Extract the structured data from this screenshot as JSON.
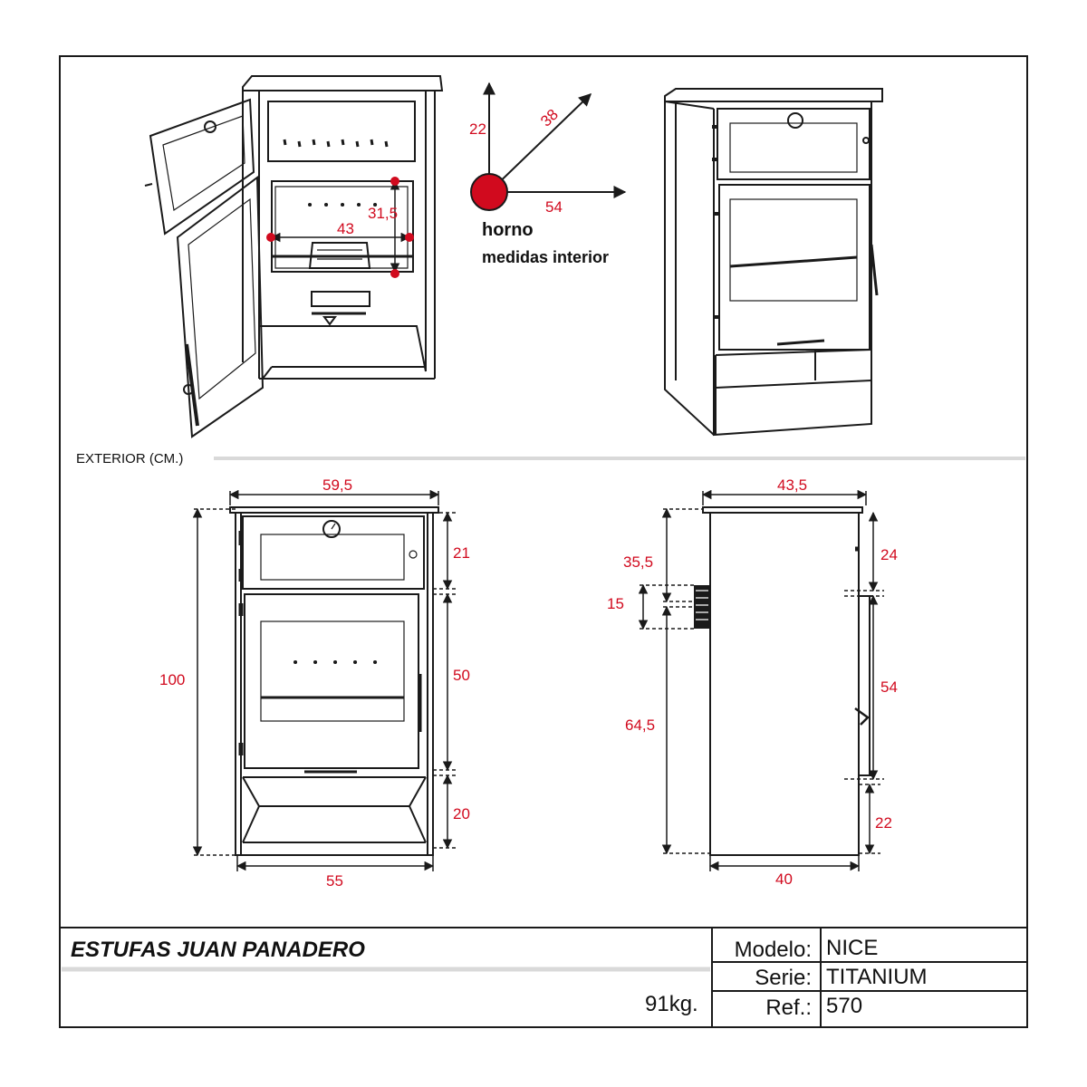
{
  "colors": {
    "accent": "#d10a1e",
    "ink": "#1a1a1a",
    "rule": "#d9d9d9"
  },
  "oven": {
    "dims": {
      "height": "22",
      "depth": "38",
      "width": "54"
    },
    "title": "horno",
    "subtitle": "medidas interior",
    "open_view": {
      "height": "31,5",
      "width": "43"
    }
  },
  "section_label": "EXTERIOR (CM.)",
  "front": {
    "top_width": "59,5",
    "height": "100",
    "top_section": "21",
    "oven_section": "50",
    "bottom_section": "20",
    "base_width": "55"
  },
  "side": {
    "top_width": "43,5",
    "flue_height": "35,5",
    "flue_diameter": "15",
    "lower_height": "64,5",
    "top_section": "24",
    "middle_section": "54",
    "bottom_section": "22",
    "base_width": "40"
  },
  "title_block": {
    "brand": "ESTUFAS JUAN PANADERO",
    "weight": "91kg.",
    "rows": [
      {
        "label": "Modelo:",
        "value": "NICE"
      },
      {
        "label": "Serie:",
        "value": "TITANIUM"
      },
      {
        "label": "Ref.:",
        "value": "570"
      }
    ]
  }
}
